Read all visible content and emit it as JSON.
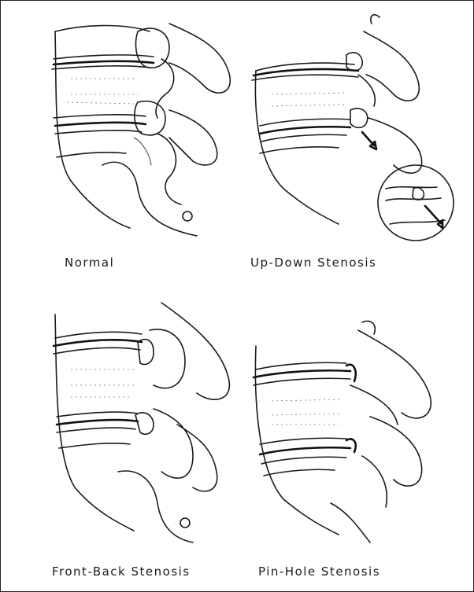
{
  "captions": {
    "normal": "Normal",
    "up_down": "Up-Down Stenosis",
    "front_back": "Front-Back Stenosis",
    "pin_hole": "Pin-Hole Stenosis"
  }
}
